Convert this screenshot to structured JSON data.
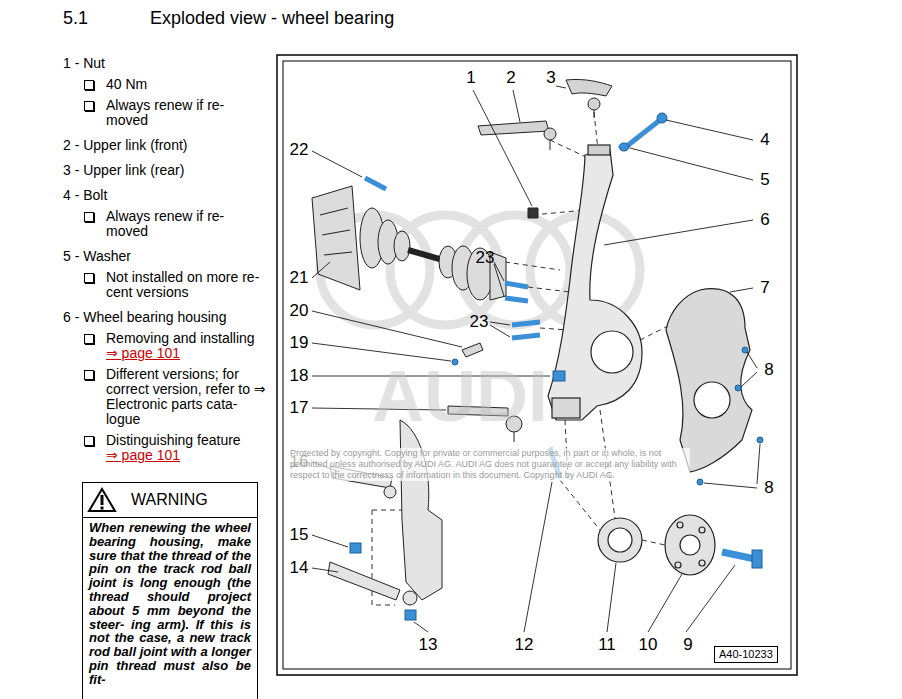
{
  "diagram": {
    "title": "Exploded view - wheel bearing",
    "nodes": [
      {
        "text": [
          "WARNING",
          "When renewing the wheel bearing housing, make sure that the thread of the pin on the track rod ball joint is long enough (the thread should project about 5 mm beyond the steer- ing arm). If this is not the case, a new track rod ball joint with a longer pin thread must also be fit-"
        ]
      },
      {
        "text": [
          "A40-10233"
        ]
      }
    ],
    "labels": [
      "5.1",
      "1 - Nut",
      "40 Nm",
      "Always renew if re- moved",
      "2 - Upper link (front)",
      "3 - Upper link (rear)",
      "4 - Bolt",
      "Always renew if re- moved",
      "5 - Washer",
      "Not installed on more re- cent versions",
      "6 - Wheel bearing housing",
      "Removing and installing",
      "⇒ page 101",
      "Different versions; for correct version, refer to ⇒ Electronic parts cata- logue",
      "Distinguishing feature",
      "⇒ page 101",
      "1",
      "2",
      "3",
      "4",
      "5",
      "6",
      "7",
      "8",
      "8",
      "9",
      "10",
      "11",
      "12",
      "13",
      "14",
      "15",
      "16",
      "17",
      "18",
      "19",
      "20",
      "21",
      "22",
      "23",
      "23",
      "Protected by copyright. Copying for private or commercial purposes, in part or in whole, is not permitted unless authorised by AUDI AG. AUDI AG does not guarantee or accept any liability with respect to the correctness of information in this document. Copyright by AUDI AG.",
      "AUDI"
    ]
  }
}
